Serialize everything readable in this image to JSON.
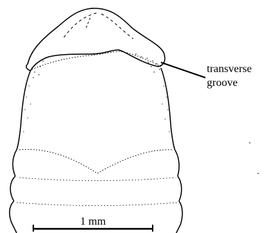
{
  "figure": {
    "labels": {
      "pointer_line1": "transverse",
      "pointer_line2": "groove"
    },
    "scale_bar": {
      "label": "1 mm"
    },
    "colors": {
      "ink": "#000000",
      "background": "#ffffff"
    }
  }
}
